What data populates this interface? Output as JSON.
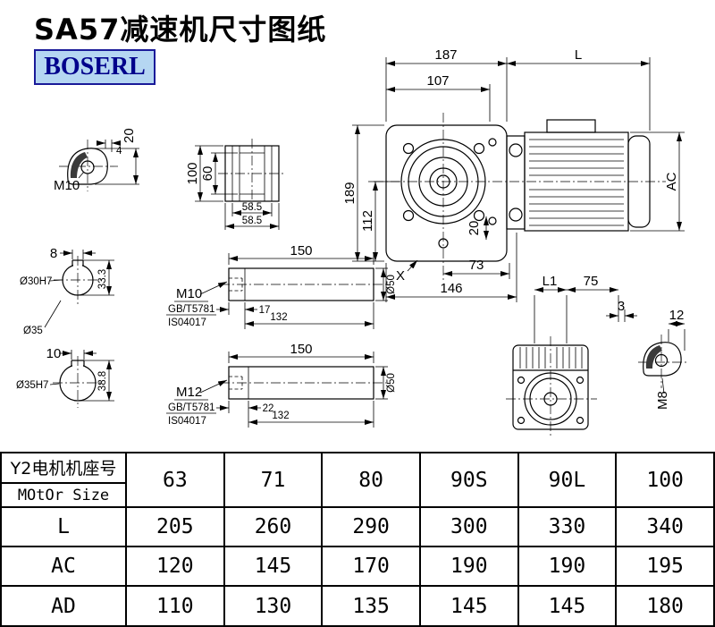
{
  "page": {
    "title": "SA57减速机尺寸图纸",
    "brand": "BOSERL"
  },
  "drawing": {
    "shaft_end_top": {
      "thread": "M10",
      "dim_4": "4",
      "dim_20": "20"
    },
    "flange_top": {
      "dim_100": "100",
      "dim_60": "60",
      "dim_58a": "58.5",
      "dim_58b": "58.5"
    },
    "main": {
      "dim_187": "187",
      "dim_L": "L",
      "dim_107": "107",
      "dim_189": "189",
      "dim_112": "112",
      "dim_20": "20",
      "dim_73": "73",
      "dim_146": "146",
      "dim_AC": "AC",
      "label_X": "X"
    },
    "section1": {
      "dim_8": "8",
      "bore": "Ø30H7",
      "dim_depth": "33.3",
      "outer": "Ø35"
    },
    "section2": {
      "dim_10": "10",
      "bore": "Ø35H7",
      "dim_depth": "38.8"
    },
    "shaft1": {
      "dim_150": "150",
      "thread": "M10",
      "std1": "GB/T5781",
      "std2": "IS04017",
      "dim_17": "17",
      "dim_132": "132",
      "dim_dia": "Ø50"
    },
    "shaft2": {
      "dim_150": "150",
      "thread": "M12",
      "std1": "GB/T5781",
      "std2": "IS04017",
      "dim_22": "22",
      "dim_132": "132",
      "dim_dia": "Ø50"
    },
    "rear": {
      "dim_L1": "L1",
      "dim_75": "75",
      "dim_3": "3"
    },
    "shaft_end_side": {
      "dim_12": "12",
      "thread": "M8"
    }
  },
  "table": {
    "header": {
      "label_line1": "Y2电机机座号",
      "label_line2": "MOtOr Size",
      "values": [
        "63",
        "71",
        "80",
        "90S",
        "90L",
        "100"
      ]
    },
    "rows": [
      {
        "label": "L",
        "values": [
          "205",
          "260",
          "290",
          "300",
          "330",
          "340"
        ]
      },
      {
        "label": "AC",
        "values": [
          "120",
          "145",
          "170",
          "190",
          "190",
          "195"
        ]
      },
      {
        "label": "AD",
        "values": [
          "110",
          "130",
          "135",
          "145",
          "145",
          "180"
        ]
      }
    ]
  }
}
